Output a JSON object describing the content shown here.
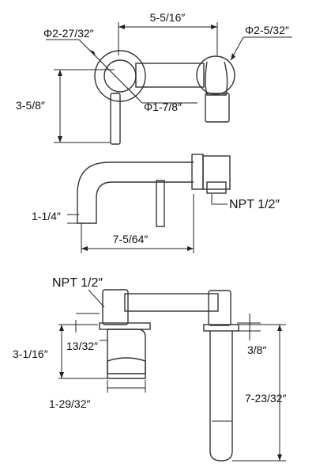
{
  "views": {
    "top": {
      "center_distance": "5-5/16″",
      "handle_plate_dia": "Φ2-27/32″",
      "spout_plate_dia": "Φ2-5/32″",
      "inner_dia": "Φ1-7/8″",
      "height": "3-5/8″"
    },
    "side": {
      "outlet_height": "1-1/4″",
      "reach": "7-5/64″",
      "connection": "NPT 1/2″"
    },
    "front": {
      "connection": "NPT 1/2″",
      "rough_in_depth": "3-1/16″",
      "flange_thickness": "13/32″",
      "spout_flange": "3/8″",
      "valve_width": "1-29/32″",
      "spout_length": "7-23/32″"
    }
  },
  "colors": {
    "line": "#333333",
    "text": "#111111"
  }
}
